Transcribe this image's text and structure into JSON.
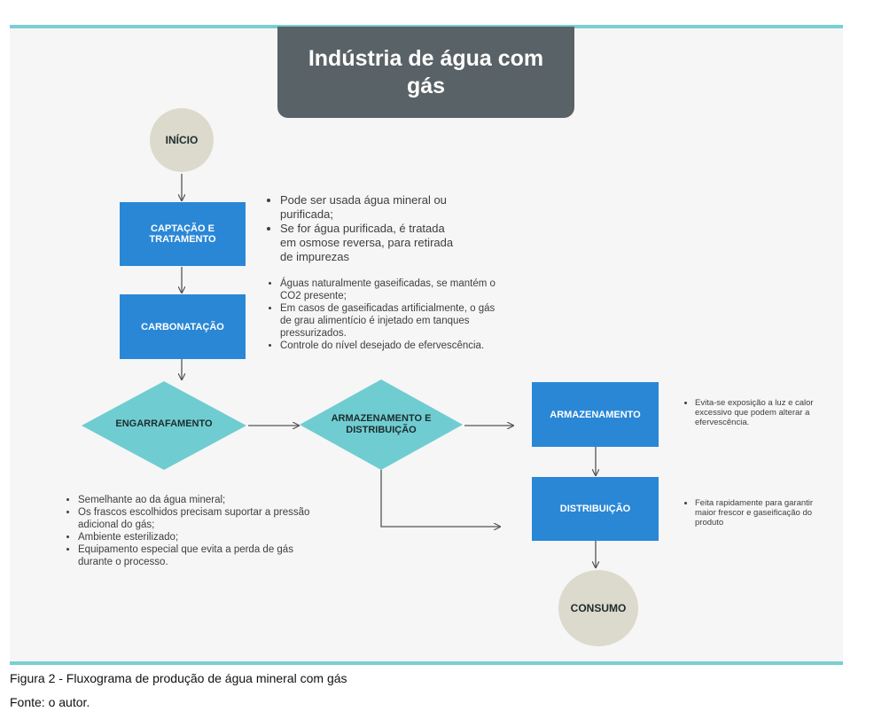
{
  "title": "Indústria de água com gás",
  "nodes": {
    "start": "INÍCIO",
    "captacao": "CAPTAÇÃO E TRATAMENTO",
    "carbonatacao": "CARBONATAÇÃO",
    "engarrafamento": "ENGARRAFAMENTO",
    "armazenamento_distribuicao": "ARMAZENAMENTO E DISTRIBUIÇÃO",
    "armazenamento": "ARMAZENAMENTO",
    "distribuicao": "DISTRIBUIÇÃO",
    "consumo": "CONSUMO"
  },
  "notes": {
    "captacao": [
      "Pode ser usada água mineral ou purificada;",
      "Se for água purificada, é tratada em osmose reversa, para retirada de impurezas"
    ],
    "carbonatacao": [
      "Águas naturalmente gaseificadas, se mantém o CO2 presente;",
      "Em casos de gaseificadas artificialmente, o gás de grau alimentício é injetado em tanques pressurizados.",
      "Controle do nível desejado de efervescência."
    ],
    "engarrafamento": [
      "Semelhante ao da água mineral;",
      "Os frascos escolhidos precisam suportar a pressão adicional do gás;",
      "Ambiente esterilizado;",
      "Equipamento especial que evita a perda de gás durante o processo."
    ],
    "armazenamento": [
      "Evita-se exposição a luz e calor excessivo que podem alterar a efervescência."
    ],
    "distribuicao": [
      "Feita rapidamente para garantir maior frescor e gaseificação do produto"
    ]
  },
  "caption": "Figura 2 - Fluxograma de produção de água mineral com gás",
  "source": "Fonte: o autor.",
  "colors": {
    "teal": "#79cfd3",
    "blue_box": "#2a87d6",
    "circle": "#dcdacc",
    "title_bg": "#596266",
    "diamond": "#6fcdd1",
    "arrow": "#555555"
  }
}
